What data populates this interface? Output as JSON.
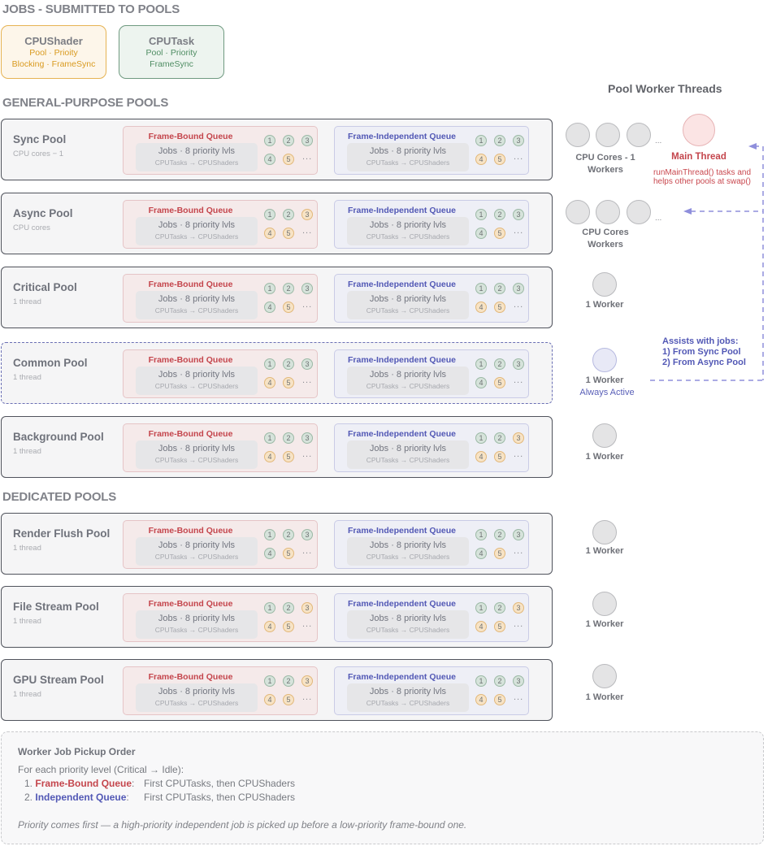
{
  "sections": {
    "jobs": "JOBS - SUBMITTED TO POOLS",
    "general": "GENERAL-PURPOSE POOLS",
    "dedicated": "DEDICATED POOLS",
    "workers": "Pool Worker Threads"
  },
  "job_types": [
    {
      "title": "CPUShader",
      "line1": "Pool · Prioity",
      "line2": "Blocking · FrameSync",
      "color": "#d99a1f"
    },
    {
      "title": "CPUTask",
      "line1": "Pool · Priority",
      "line2": "FrameSync",
      "color": "#4f8d63"
    }
  ],
  "queue_text": {
    "frame_bound_title": "Frame-Bound Queue",
    "frame_independent_title": "Frame-Independent Queue",
    "jobs": "Jobs · 8 priority lvls",
    "order": "CPUTasks → CPUShaders",
    "more": "..."
  },
  "pools": [
    {
      "name": "Sync Pool",
      "sub": "CPU cores − 1",
      "fb": [
        "g",
        "g",
        "g",
        "g",
        "o"
      ],
      "fi": [
        "g",
        "g",
        "g",
        "o",
        "o"
      ]
    },
    {
      "name": "Async Pool",
      "sub": "CPU cores",
      "fb": [
        "g",
        "g",
        "o",
        "o",
        "o"
      ],
      "fi": [
        "g",
        "g",
        "g",
        "g",
        "o"
      ]
    },
    {
      "name": "Critical Pool",
      "sub": "1 thread",
      "fb": [
        "g",
        "g",
        "g",
        "g",
        "o"
      ],
      "fi": [
        "g",
        "g",
        "g",
        "o",
        "o"
      ]
    },
    {
      "name": "Common Pool",
      "sub": "1 thread",
      "fb": [
        "g",
        "g",
        "g",
        "o",
        "o"
      ],
      "fi": [
        "g",
        "g",
        "g",
        "g",
        "o"
      ]
    },
    {
      "name": "Background Pool",
      "sub": "1 thread",
      "fb": [
        "g",
        "g",
        "g",
        "o",
        "o"
      ],
      "fi": [
        "g",
        "g",
        "o",
        "o",
        "o"
      ]
    },
    {
      "name": "Render Flush Pool",
      "sub": "1 thread",
      "fb": [
        "g",
        "g",
        "g",
        "g",
        "o"
      ],
      "fi": [
        "g",
        "g",
        "g",
        "g",
        "o"
      ]
    },
    {
      "name": "File Stream Pool",
      "sub": "1 thread",
      "fb": [
        "g",
        "g",
        "o",
        "o",
        "o"
      ],
      "fi": [
        "g",
        "g",
        "o",
        "o",
        "o"
      ]
    },
    {
      "name": "GPU Stream Pool",
      "sub": "1 thread",
      "fb": [
        "g",
        "g",
        "o",
        "o",
        "o"
      ],
      "fi": [
        "g",
        "g",
        "g",
        "o",
        "o"
      ]
    }
  ],
  "priority_numbers": [
    "1",
    "2",
    "3",
    "4",
    "5"
  ],
  "workers": {
    "sync": "CPU Cores - 1 Workers",
    "async": "CPU Cores Workers",
    "single": "1 Worker",
    "always_active": "Always Active",
    "main_thread": "Main Thread",
    "main_desc_1": "runMainThread() tasks and",
    "main_desc_2": "helps other pools at swap()",
    "assist_title": "Assists with jobs:",
    "assist_1": "1) From Sync Pool",
    "assist_2": "2) From Async Pool",
    "ellipsis": "..."
  },
  "legend": {
    "title": "Worker Job Pickup Order",
    "intro": "For each priority level (Critical → Idle):",
    "items": [
      {
        "num": "1.",
        "key": "Frame-Bound Queue",
        "value": "First CPUTasks, then CPUShaders"
      },
      {
        "num": "2.",
        "key": "Independent Queue",
        "value": "First CPUTasks, then CPUShaders"
      }
    ],
    "note": "Priority comes first — a high-priority independent job is picked up before a low-priority frame-bound one."
  },
  "colors": {
    "frame_bound": "#c4454c",
    "frame_independent": "#5258b5",
    "priority_green": "#d6e3db",
    "priority_orange": "#f7e3c5",
    "assist_line": "#8f8fdc"
  }
}
